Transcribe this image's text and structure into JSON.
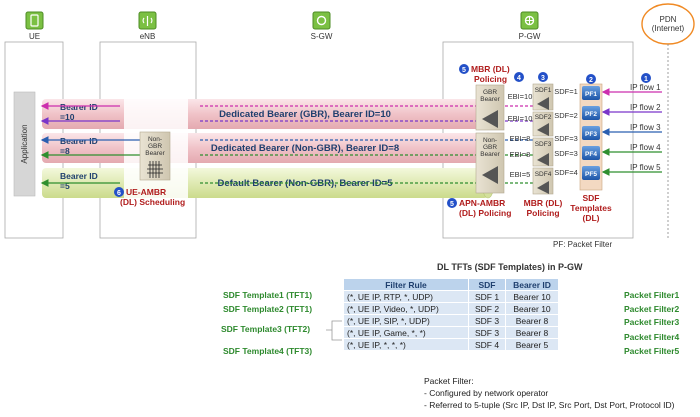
{
  "nodes": {
    "ue": "UE",
    "enb": "eNB",
    "sgw": "S-GW",
    "pgw": "P-GW",
    "pdn": "PDN\n(Internet)"
  },
  "application_label": "Application",
  "bearers": [
    {
      "label": "Dedicated Bearer (GBR), Bearer ID=10",
      "ue_id": "Bearer ID\n=10"
    },
    {
      "label": "Dedicated Bearer (Non-GBR), Bearer ID=8",
      "ue_id": "Bearer ID\n=8"
    },
    {
      "label": "Default Bearer (Non-GBR), Bearer ID=5",
      "ue_id": "Bearer ID\n=5"
    }
  ],
  "enb_box": "Non-\nGBR\nBearer",
  "pgw_boxes": {
    "gbr": "GBR\nBearer",
    "nongbr": "Non-\nGBR\nBearer"
  },
  "ebi_labels": [
    "EBI=10",
    "EBI=10",
    "EBI=8",
    "EBI=8",
    "EBI=5"
  ],
  "sdf_boxes": [
    "SDF1",
    "SDF2",
    "SDF3",
    "SDF4"
  ],
  "sdf_labels": [
    "SDF=1",
    "SDF=2",
    "SDF=3",
    "SDF=3",
    "SDF=4"
  ],
  "packet_filters": [
    "PF1",
    "PF2",
    "PF3",
    "PF4",
    "PF5"
  ],
  "ip_flows": [
    "IP flow 1",
    "IP flow 2",
    "IP flow 3",
    "IP flow 4",
    "IP flow 5"
  ],
  "steps": {
    "1": "1",
    "2": "2",
    "3": "3",
    "4": "4",
    "5": "5",
    "6": "6"
  },
  "annotations": {
    "mbr_policing_top": "MBR (DL)\nPolicing",
    "apn_ambr": "APN-AMBR\n(DL) Policing",
    "mbr_policing_bottom": "MBR (DL)\nPolicing",
    "sdf_templates": "SDF\nTemplates\n(DL)",
    "ue_ambr": "UE-AMBR\n(DL) Scheduling",
    "pf_legend": "PF: Packet Filter"
  },
  "table": {
    "title": "DL TFTs (SDF Templates) in P-GW",
    "headers": [
      "Filter Rule",
      "SDF",
      "Bearer ID"
    ],
    "rows": [
      [
        "(*, UE IP, RTP, *, UDP)",
        "SDF 1",
        "Bearer 10"
      ],
      [
        "(*, UE IP, Video, *, UDP)",
        "SDF 2",
        "Bearer 10"
      ],
      [
        "(*, UE IP, SIP, *, UDP)",
        "SDF 3",
        "Bearer 8"
      ],
      [
        "(*, UE IP, Game, *, *)",
        "SDF 3",
        "Bearer 8"
      ],
      [
        "(*, UE IP, *, *, *)",
        "SDF 4",
        "Bearer 5"
      ]
    ],
    "left_labels": [
      "SDF Template1 (TFT1)",
      "SDF Template2 (TFT1)",
      "SDF Template3 (TFT2)",
      "SDF Template4 (TFT3)"
    ],
    "right_labels": [
      "Packet Filter1",
      "Packet Filter2",
      "Packet Filter3",
      "Packet Filter4",
      "Packet Filter5"
    ]
  },
  "notes": [
    "Packet Filter:",
    "- Configured by network operator",
    "- Referred to 5-tuple (Src IP, Dst IP, Src Port, Dst Port, Protocol ID)"
  ],
  "colors": {
    "flow1": "#cc2fae",
    "flow2": "#7a35c9",
    "flow3": "#2b5fb0",
    "flow4": "#2f8f2f",
    "flow5": "#2f8f2f",
    "title_red": "#b01c1c",
    "step_blue": "#2350c8",
    "label_green": "#2e8a2e"
  }
}
